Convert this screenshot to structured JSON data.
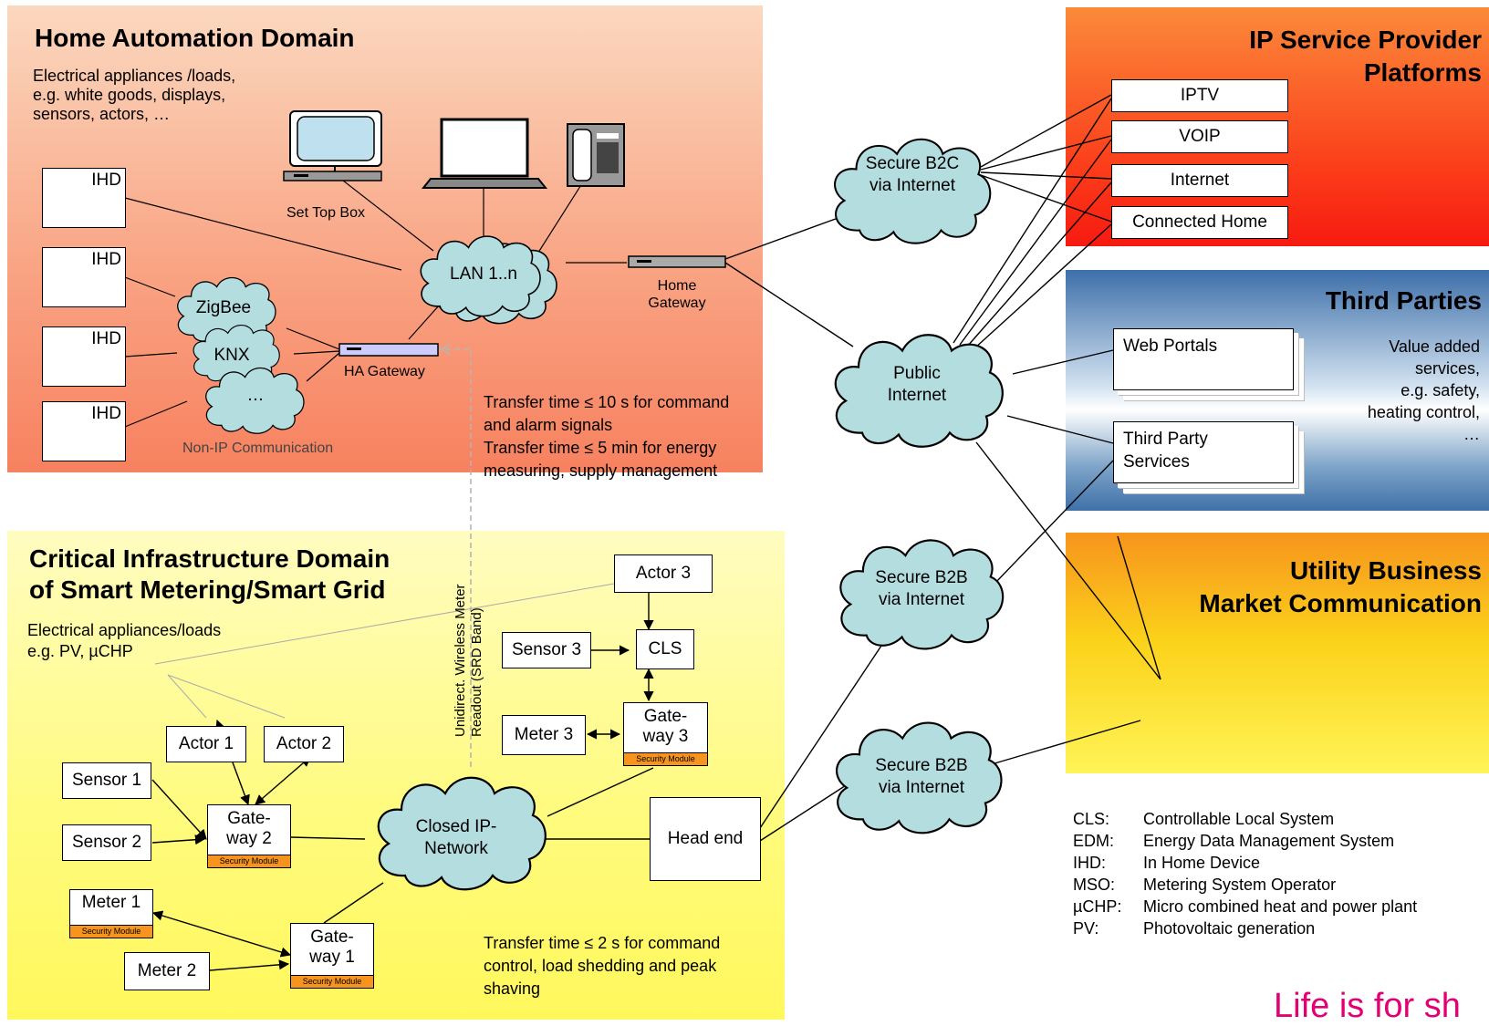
{
  "home": {
    "title": "Home Automation Domain",
    "desc": [
      "Electrical appliances /loads,",
      "e.g. white goods, displays,",
      "sensors, actors, …"
    ],
    "ihd": [
      "IHD",
      "IHD",
      "IHD",
      "IHD"
    ],
    "set_top_box": "Set Top Box",
    "lan": "LAN 1..n",
    "home_gateway": [
      "Home",
      "Gateway"
    ],
    "ha_gateway": "HA Gateway",
    "zigbee": "ZigBee",
    "knx": "KNX",
    "ellipsis": "…",
    "non_ip": "Non-IP Communication",
    "transfer": [
      "Transfer time ≤ 10 s for command",
      "and alarm signals",
      "Transfer time ≤ 5 min for energy",
      "measuring, supply management"
    ]
  },
  "critical": {
    "title": [
      "Critical Infrastructure Domain",
      "of Smart Metering/Smart Grid"
    ],
    "desc": [
      "Electrical appliances/loads",
      "e.g. PV, µCHP"
    ],
    "wireless": [
      "Unidirect. Wireless Meter",
      "Readout  (SRD Band)"
    ],
    "actor1": "Actor 1",
    "actor2": "Actor 2",
    "actor3": "Actor 3",
    "sensor1": "Sensor 1",
    "sensor2": "Sensor 2",
    "sensor3": "Sensor 3",
    "cls": "CLS",
    "meter1": "Meter 1",
    "meter2": "Meter 2",
    "meter3": "Meter 3",
    "gateway1": [
      "Gate-",
      "way 1"
    ],
    "gateway2": [
      "Gate-",
      "way 2"
    ],
    "gateway3": [
      "Gate-",
      "way 3"
    ],
    "security_module": "Security Module",
    "closed_ip": [
      "Closed IP-",
      "Network"
    ],
    "head_end": "Head end",
    "transfer": [
      "Transfer time ≤ 2 s for command",
      "control, load shedding and peak",
      "shaving"
    ]
  },
  "network": {
    "secure_b2c": [
      "Secure B2C",
      "via Internet"
    ],
    "public_internet": [
      "Public",
      "Internet"
    ],
    "secure_b2b_1": [
      "Secure B2B",
      "via Internet"
    ],
    "secure_b2b_2": [
      "Secure B2B",
      "via Internet"
    ]
  },
  "ip_provider": {
    "title": [
      "IP Service Provider",
      "Platforms"
    ],
    "services": [
      "IPTV",
      "VOIP",
      "Internet",
      "Connected Home"
    ]
  },
  "third_parties": {
    "title": "Third Parties",
    "web_portals": "Web Portals",
    "third_party_services": [
      "Third Party",
      "Services"
    ],
    "value_added": [
      "Value added",
      "services,",
      "e.g. safety,",
      "heating control,",
      "…"
    ]
  },
  "utility": {
    "title": [
      "Utility Business",
      "Market Communication"
    ]
  },
  "legend": [
    {
      "abbr": "CLS:",
      "def": "Controllable Local System"
    },
    {
      "abbr": "EDM:",
      "def": "Energy Data Management System"
    },
    {
      "abbr": "IHD:",
      "def": "In Home Device"
    },
    {
      "abbr": "MSO:",
      "def": "Metering System Operator"
    },
    {
      "abbr": "µCHP:",
      "def": "Micro combined heat and power plant"
    },
    {
      "abbr": "PV:",
      "def": "Photovoltaic generation"
    }
  ],
  "slogan": "Life is for sh",
  "colors": {
    "security_module": "#f7941d",
    "cloud": "#b4dde0",
    "slogan": "#e20074"
  }
}
